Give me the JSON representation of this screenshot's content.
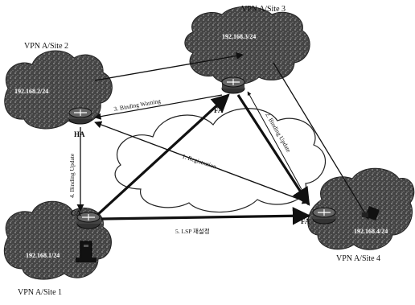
{
  "sites": {
    "site1": {
      "title": "VPN A/Site 1",
      "subnet": "192.168.1/24"
    },
    "site2": {
      "title": "VPN A/Site 2",
      "subnet": "192.168.2/24"
    },
    "site3": {
      "title": "VPN A/Site 3",
      "subnet": "192.168.3/24"
    },
    "site4": {
      "title": "VPN A/Site 4",
      "subnet": "192.168.4/24"
    }
  },
  "nodes": {
    "ha": "HA",
    "ca": "CA",
    "fa_top": "FA",
    "fa_right": "FA"
  },
  "steps": {
    "registration": "1. Registration",
    "binding_update_fa": "2. Binding Update",
    "binding_warning": "3. Binding Warning",
    "binding_update_ca": "4. Binding Update",
    "lsp": "5. LSP 재설정"
  },
  "colors": {
    "cloud_dark": "#2a2a2a",
    "cloud_light": "#d9d9d9",
    "line": "#111111",
    "core_cloud": "#ffffff"
  }
}
